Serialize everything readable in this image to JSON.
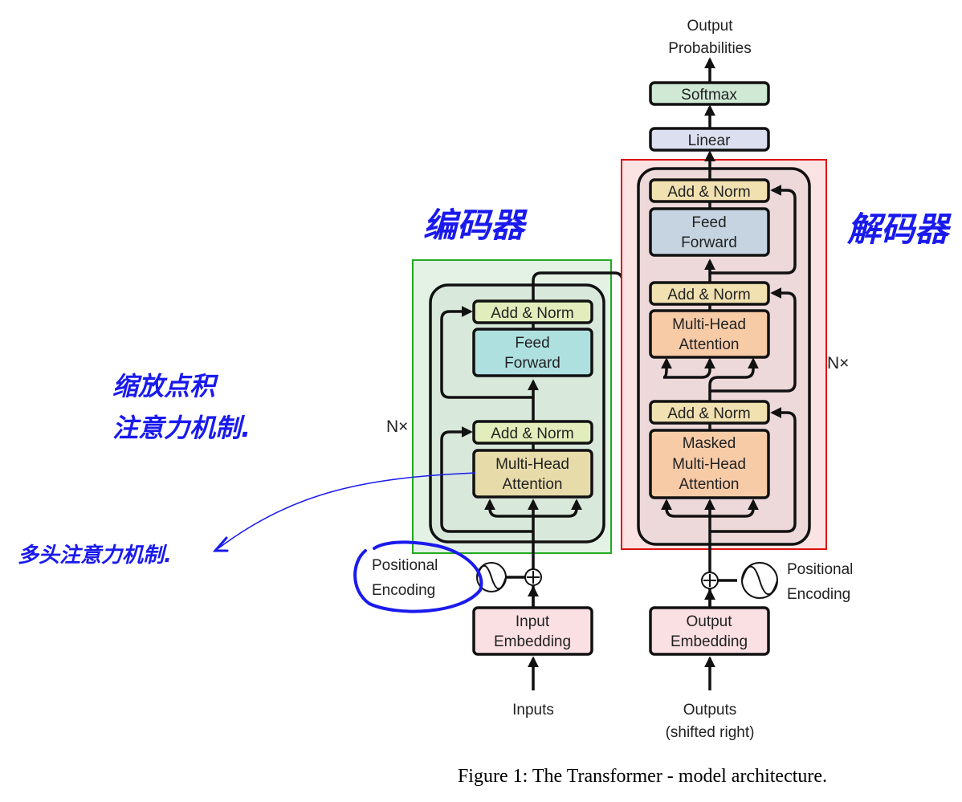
{
  "figure": {
    "caption": "Figure 1: The Transformer - model architecture."
  },
  "colors": {
    "encoder_frame": "#22aa22",
    "decoder_frame": "#dd1111",
    "encoder_bg": "#e3f2e5",
    "decoder_bg": "#fbe3e3",
    "add_norm_encoder": "#e1eebb",
    "add_norm_decoder": "#f1e1b1",
    "feed_forward_encoder": "#aee0e0",
    "feed_forward_decoder": "#c6d3e0",
    "attention_encoder": "#e6dba9",
    "attention_decoder": "#f8cba7",
    "embedding": "#fbe0e3",
    "linear": "#dcdff0",
    "softmax": "#cfe9d5",
    "annotation_ink": "#1a1aee"
  },
  "top": {
    "output_probabilities_line1": "Output",
    "output_probabilities_line2": "Probabilities",
    "softmax": "Softmax",
    "linear": "Linear"
  },
  "encoder": {
    "repeat_label": "N×",
    "add_norm_top": "Add & Norm",
    "feed_forward_line1": "Feed",
    "feed_forward_line2": "Forward",
    "add_norm_bottom": "Add & Norm",
    "attention_line1": "Multi-Head",
    "attention_line2": "Attention",
    "positional_encoding_line1": "Positional",
    "positional_encoding_line2": "Encoding",
    "embedding_line1": "Input",
    "embedding_line2": "Embedding",
    "input_label": "Inputs"
  },
  "decoder": {
    "repeat_label": "N×",
    "add_norm_top": "Add & Norm",
    "feed_forward_line1": "Feed",
    "feed_forward_line2": "Forward",
    "add_norm_middle": "Add & Norm",
    "cross_attention_line1": "Multi-Head",
    "cross_attention_line2": "Attention",
    "add_norm_bottom": "Add & Norm",
    "masked_attention_line1": "Masked",
    "masked_attention_line2": "Multi-Head",
    "masked_attention_line3": "Attention",
    "positional_encoding_line1": "Positional",
    "positional_encoding_line2": "Encoding",
    "embedding_line1": "Output",
    "embedding_line2": "Embedding",
    "output_label_line1": "Outputs",
    "output_label_line2": "(shifted right)"
  },
  "annotations": {
    "encoder_note": "编码器",
    "decoder_note": "解码器",
    "scaled_dot_line1": "缩放点积",
    "scaled_dot_line2": "注意力机制.",
    "multi_head_note": "多头注意力机制."
  }
}
